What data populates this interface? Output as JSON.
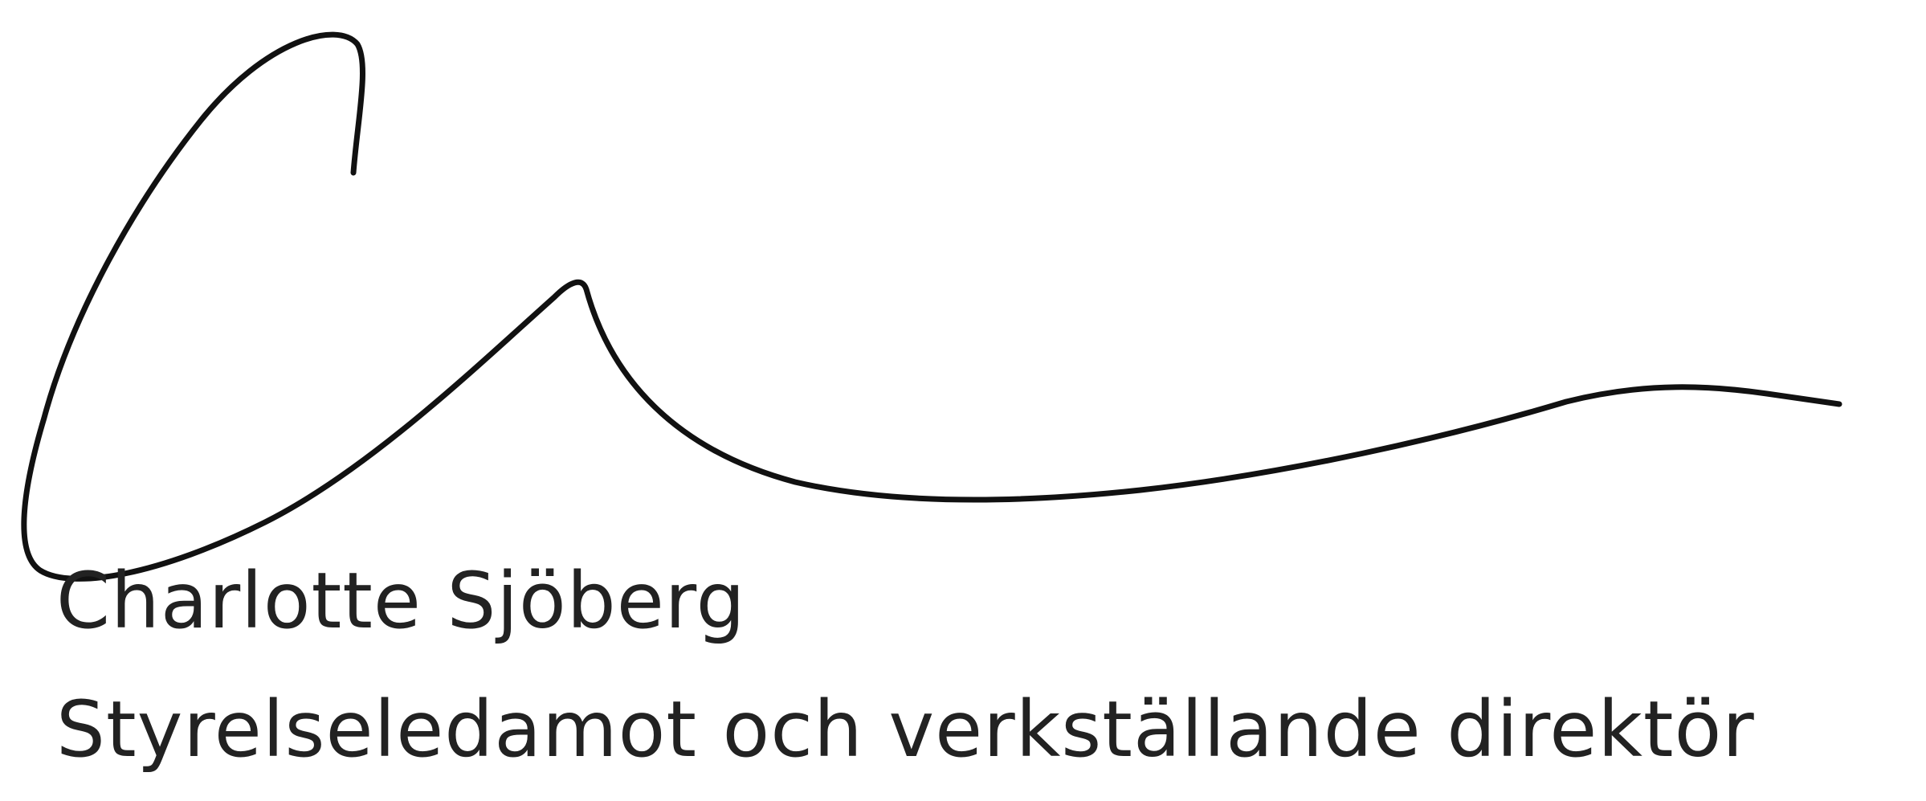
{
  "document": {
    "signature": {
      "kind": "handwritten-signature",
      "ink_color": "#111111"
    },
    "signer": {
      "name": "Charlotte Sjöberg",
      "title": "Styrelseledamot och verkställande direktör"
    }
  },
  "colors": {
    "background": "#ffffff",
    "text": "#222222"
  }
}
